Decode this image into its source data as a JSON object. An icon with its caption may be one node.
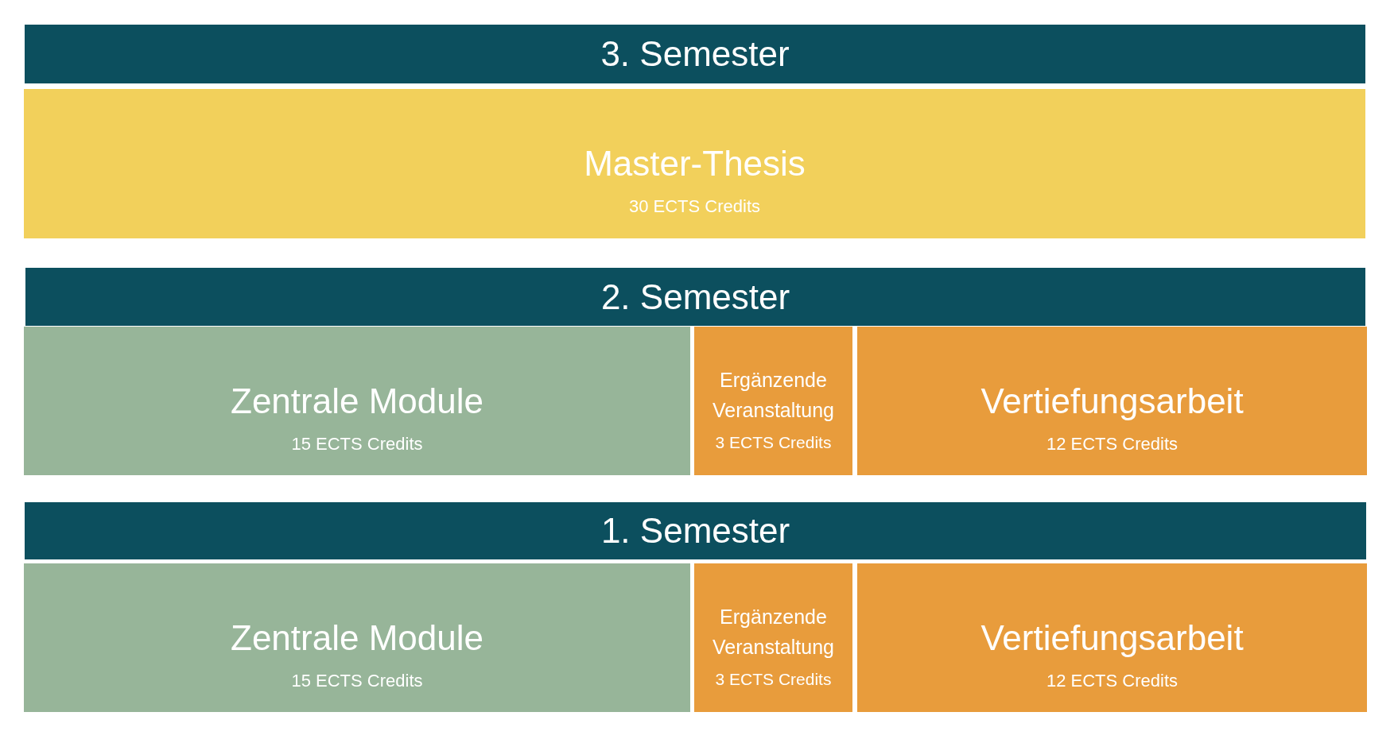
{
  "diagram": {
    "nodes": [
      {
        "text": [
          "3. Semester"
        ]
      },
      {
        "text": [
          "Master-Thesis",
          "30 ECTS Credits"
        ]
      },
      {
        "text": [
          "2. Semester"
        ]
      },
      {
        "text": [
          "Zentrale Module",
          "15 ECTS Credits"
        ]
      },
      {
        "text": [
          "Ergänzende Veranstaltung",
          "3 ECTS Credits"
        ]
      },
      {
        "text": [
          "Vertiefungsarbeit",
          "12 ECTS Credits"
        ]
      },
      {
        "text": [
          "1. Semester"
        ]
      },
      {
        "text": [
          "Zentrale Module",
          "15 ECTS Credits"
        ]
      },
      {
        "text": [
          "Ergänzende Veranstaltung",
          "3 ECTS Credits"
        ]
      },
      {
        "text": [
          "Vertiefungsarbeit",
          "12 ECTS Credits"
        ]
      }
    ]
  }
}
